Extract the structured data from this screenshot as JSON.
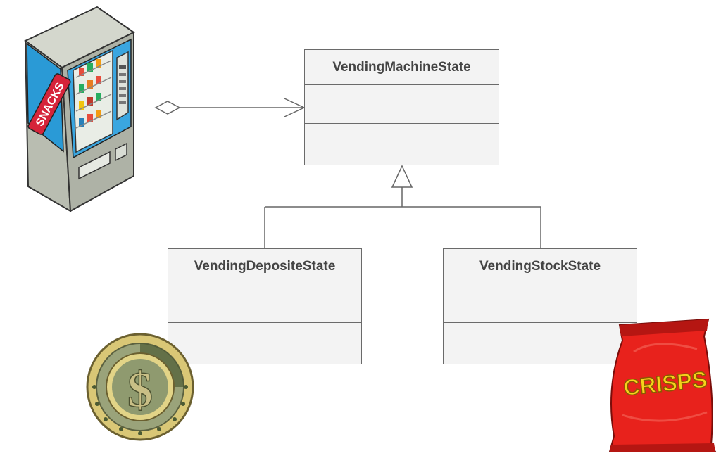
{
  "diagram": {
    "classes": [
      {
        "id": "base",
        "name": "VendingMachineState"
      },
      {
        "id": "deposit",
        "name": "VendingDepositeState"
      },
      {
        "id": "stock",
        "name": "VendingStockState"
      }
    ],
    "relations": [
      {
        "type": "aggregation",
        "from": "vending-machine",
        "to": "base"
      },
      {
        "type": "generalization",
        "from": "deposit",
        "to": "base"
      },
      {
        "type": "generalization",
        "from": "stock",
        "to": "base"
      }
    ]
  },
  "illustrations": {
    "vending_machine": {
      "sign_text": "SNACKS",
      "colors": {
        "body": "#b9bdb1",
        "panel": "#2a9ad6",
        "sign": "#d6243a"
      }
    },
    "coin": {
      "symbol": "$",
      "colors": {
        "rim": "#d9c776",
        "face": "#9aa37a"
      }
    },
    "crisps_bag": {
      "label": "CRISPS",
      "colors": {
        "bag": "#e8221c",
        "text": "#f6d21b"
      }
    }
  }
}
